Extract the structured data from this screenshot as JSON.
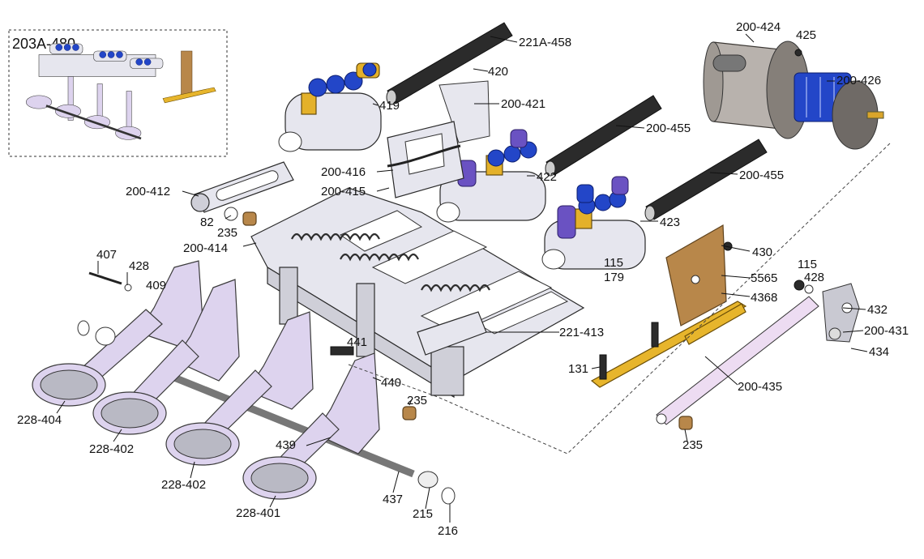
{
  "diagram": {
    "inset_title": "203A-480",
    "labels": {
      "p221A458": "221A-458",
      "p420": "420",
      "p200_421": "200-421",
      "p419": "419",
      "p200_424": "200-424",
      "p425": "425",
      "p200_426": "200-426",
      "p200_455a": "200-455",
      "p200_455b": "200-455",
      "p200_416": "200-416",
      "p200_415": "200-415",
      "p422": "422",
      "p200_412": "200-412",
      "p423": "423",
      "p82": "82",
      "p235a": "235",
      "p200_414": "200-414",
      "p430": "430",
      "p115a": "115",
      "p179": "179",
      "p5565": "5565",
      "p115b": "115",
      "p428b": "428",
      "p4368": "4368",
      "p407": "407",
      "p428a": "428",
      "p409": "409",
      "p432": "432",
      "p221_413": "221-413",
      "p200_431": "200-431",
      "p441": "441",
      "p434": "434",
      "p131": "131",
      "p440": "440",
      "p200_435": "200-435",
      "p235b": "235",
      "p228_404": "228-404",
      "p439": "439",
      "p228_402a": "228-402",
      "p235c": "235",
      "p228_402b": "228-402",
      "p437": "437",
      "p215": "215",
      "p228_401": "228-401",
      "p216": "216"
    },
    "colors": {
      "frame": "#cfcfd8",
      "lever": "#ddd3ee",
      "bracket": "#e7b52c",
      "plate": "#b8874a",
      "valve_fitting": "#2346c8",
      "motor_body": "#b8b2ad"
    }
  }
}
